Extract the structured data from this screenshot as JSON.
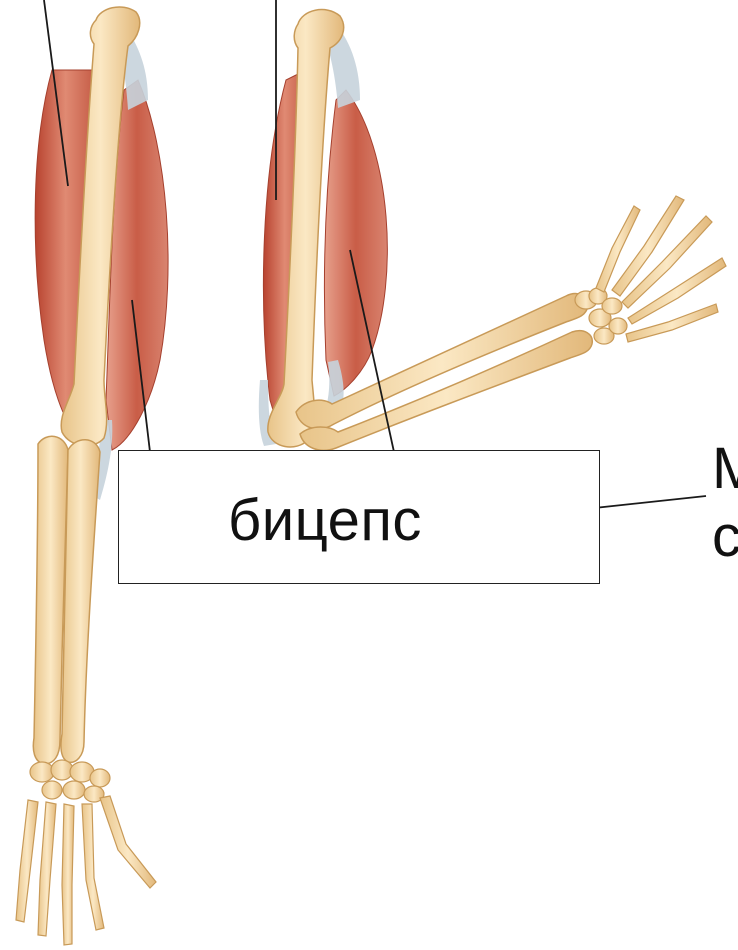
{
  "diagram": {
    "main_label": "бицепс",
    "edge_label_top": "M",
    "edge_label_bottom": "c"
  },
  "colors": {
    "bone": "#f3d9a8",
    "bone_outline": "#c89a58",
    "muscle": "#d9735e",
    "muscle_dark": "#b8432f",
    "tendon": "#c7d3dc",
    "leader_line": "#1a1a1a"
  }
}
